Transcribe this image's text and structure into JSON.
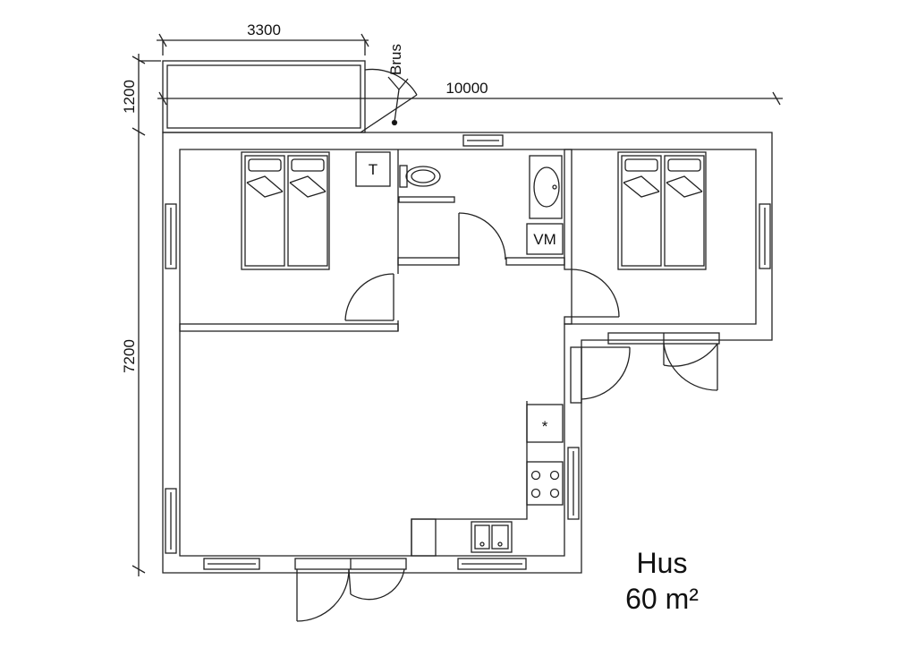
{
  "dimensions": {
    "top_width": "3300",
    "overall_width": "10000",
    "terrace_depth": "1200",
    "house_depth": "7200"
  },
  "labels": {
    "shower": "Brus",
    "toilet_cabinet": "T",
    "washing_machine": "VM",
    "stove_symbol": "*"
  },
  "title": {
    "name": "Hus",
    "area": "60 m²"
  }
}
